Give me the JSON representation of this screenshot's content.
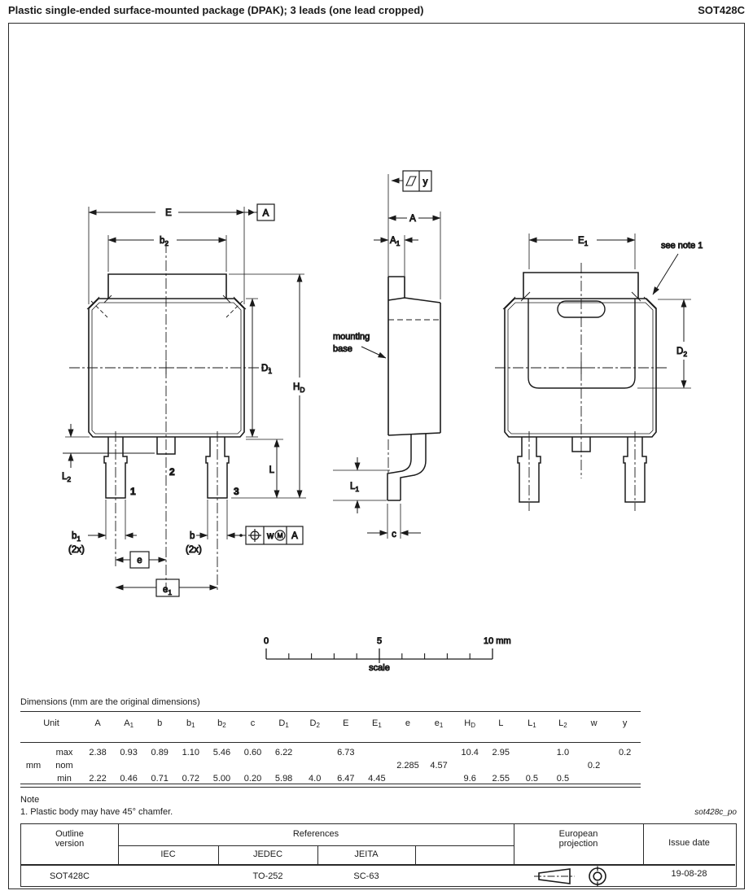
{
  "page": {
    "header_title": "Plastic single-ended surface-mounted package (DPAK); 3 leads (one lead cropped)",
    "header_code": "SOT428C"
  },
  "drawing": {
    "front_view": {
      "e": {
        "base": "E"
      },
      "b2": {
        "base": "b",
        "sub": "2"
      },
      "d1": {
        "base": "D",
        "sub": "1"
      },
      "hd": {
        "base": "H",
        "sub": "D"
      },
      "l": {
        "base": "L"
      },
      "l2": {
        "base": "L",
        "sub": "2"
      },
      "b1": {
        "base": "b",
        "sub": "1"
      },
      "b": {
        "base": "b"
      },
      "b1_qty": "(2x)",
      "b_qty": "(2x)",
      "e_pitch": {
        "base": "e"
      },
      "e1_pitch": {
        "base": "e",
        "sub": "1"
      },
      "pin1": "1",
      "pin2": "2",
      "pin3": "3",
      "datum_a": "A",
      "fcf": {
        "w": "w",
        "m": "M",
        "a": "A"
      }
    },
    "side_view": {
      "a": {
        "base": "A"
      },
      "a1": {
        "base": "A",
        "sub": "1"
      },
      "y_datum": "y",
      "l1": {
        "base": "L",
        "sub": "1"
      },
      "c": "c",
      "mounting_base_line1": "mounting",
      "mounting_base_line2": "base"
    },
    "rear_view": {
      "e1": {
        "base": "E",
        "sub": "1"
      },
      "d2": {
        "base": "D",
        "sub": "2"
      },
      "see_note": "see note 1"
    },
    "scale_bar": {
      "zero": "0",
      "five": "5",
      "ten": "10 mm",
      "label": "scale"
    }
  },
  "dim_table": {
    "title": "Dimensions (mm are the original dimensions)",
    "unit_header": "Unit",
    "unit": "mm",
    "columns": [
      {
        "base": "A"
      },
      {
        "base": "A",
        "sub": "1"
      },
      {
        "base": "b"
      },
      {
        "base": "b",
        "sub": "1"
      },
      {
        "base": "b",
        "sub": "2"
      },
      {
        "base": "c"
      },
      {
        "base": "D",
        "sub": "1"
      },
      {
        "base": "D",
        "sub": "2"
      },
      {
        "base": "E"
      },
      {
        "base": "E",
        "sub": "1"
      },
      {
        "base": "e"
      },
      {
        "base": "e",
        "sub": "1"
      },
      {
        "base": "H",
        "sub": "D"
      },
      {
        "base": "L"
      },
      {
        "base": "L",
        "sub": "1"
      },
      {
        "base": "L",
        "sub": "2"
      },
      {
        "base": "w"
      },
      {
        "base": "y"
      }
    ],
    "rows": [
      {
        "label": "max",
        "values": [
          "2.38",
          "0.93",
          "0.89",
          "1.10",
          "5.46",
          "0.60",
          "6.22",
          "",
          "6.73",
          "",
          "",
          "",
          "10.4",
          "2.95",
          "",
          "1.0",
          "",
          "0.2"
        ]
      },
      {
        "label": "nom",
        "values": [
          "",
          "",
          "",
          "",
          "",
          "",
          "",
          "",
          "",
          "",
          "2.285",
          "4.57",
          "",
          "",
          "",
          "",
          "0.2",
          ""
        ]
      },
      {
        "label": "min",
        "values": [
          "2.22",
          "0.46",
          "0.71",
          "0.72",
          "5.00",
          "0.20",
          "5.98",
          "4.0",
          "6.47",
          "4.45",
          "",
          "",
          "9.6",
          "2.55",
          "0.5",
          "0.5",
          "",
          ""
        ]
      }
    ]
  },
  "note": {
    "heading": "Note",
    "item": "1. Plastic body may have 45° chamfer.",
    "doc_id": "sot428c_po"
  },
  "footer": {
    "outline_label_1": "Outline",
    "outline_label_2": "version",
    "references_label": "References",
    "ref_col_1": "IEC",
    "ref_col_2": "JEDEC",
    "ref_col_3": "JEITA",
    "european_label_1": "European",
    "european_label_2": "projection",
    "issue_date_label": "Issue date",
    "outline_version": "SOT428C",
    "iec": "",
    "jedec": "TO-252",
    "jeita": "SC-63",
    "issue_date": "19-08-28"
  }
}
